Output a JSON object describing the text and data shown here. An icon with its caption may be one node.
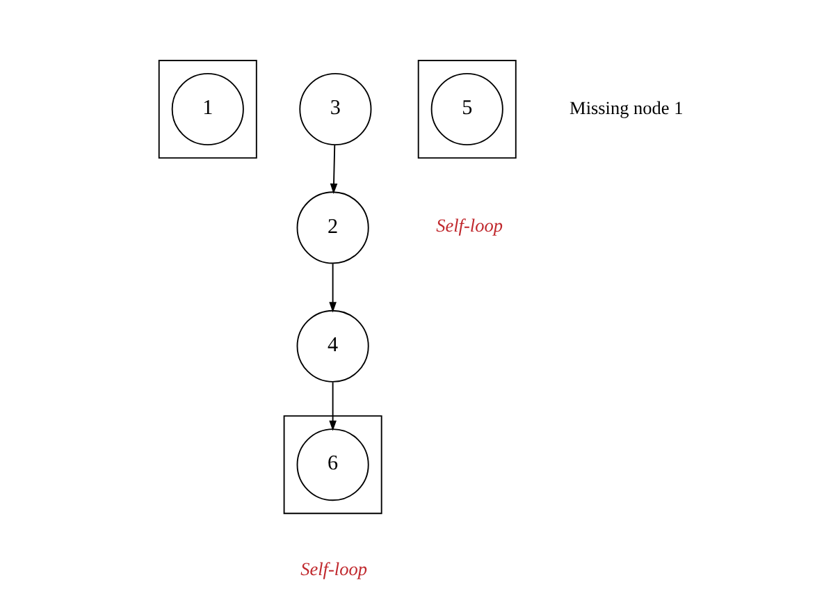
{
  "diagram": {
    "nodes": [
      {
        "text": [],
        "shape": "box"
      },
      {
        "text": [
          "1"
        ],
        "in": 0
      },
      {
        "text": [
          "2"
        ]
      },
      {
        "text": [
          "3"
        ]
      },
      {
        "text": [
          "4"
        ]
      },
      {
        "text": [],
        "shape": "box"
      },
      {
        "text": [
          "5"
        ],
        "in": 5
      },
      {
        "text": [],
        "shape": "box"
      },
      {
        "text": [
          "6"
        ],
        "in": 7
      }
    ],
    "edges": [
      {
        "from": 3,
        "to": 2,
        "arrow": "to"
      },
      {
        "from": 2,
        "to": 4,
        "arrow": "to"
      },
      {
        "from": 4,
        "to": 8,
        "arrow": "to"
      }
    ],
    "labels": [
      "Missing node 1",
      "Self-loop",
      "Self-loop"
    ]
  }
}
